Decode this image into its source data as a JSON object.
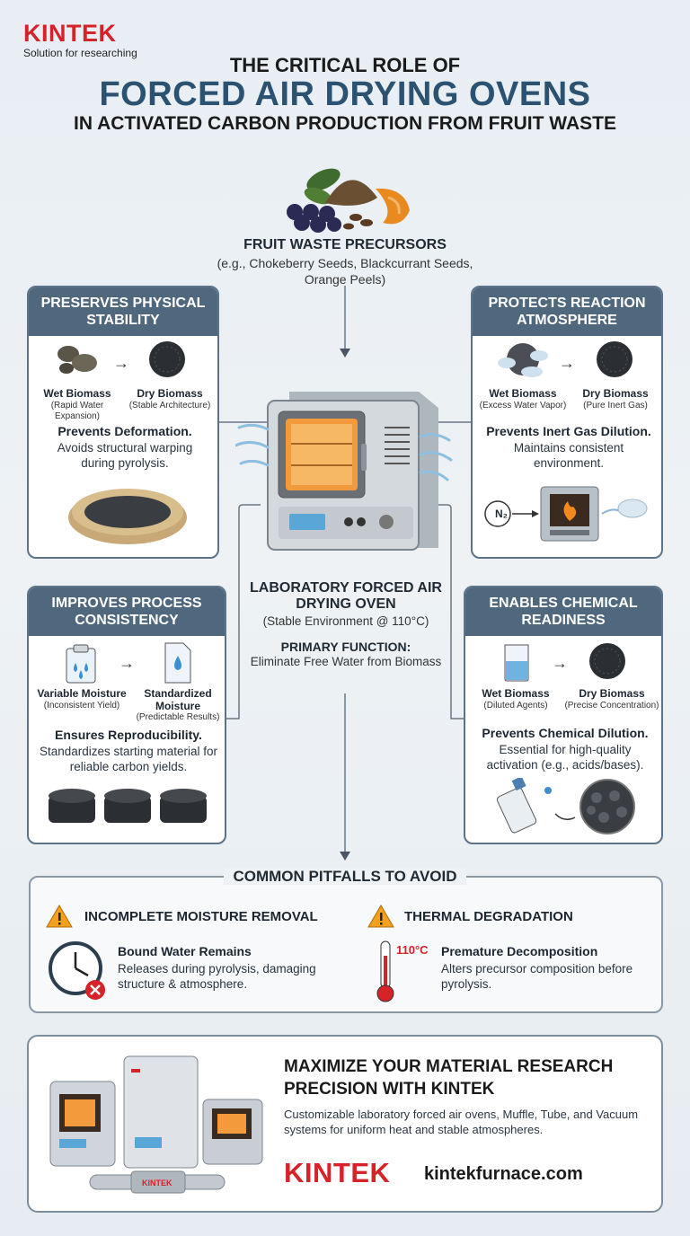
{
  "brand": {
    "logo": "KINTEK",
    "tagline": "Solution for researching"
  },
  "title": {
    "line1": "THE CRITICAL ROLE OF",
    "line2": "FORCED AIR DRYING OVENS",
    "line3": "IN ACTIVATED CARBON PRODUCTION FROM FRUIT WASTE"
  },
  "precursors": {
    "title": "FRUIT WASTE PRECURSORS",
    "subtitle": "(e.g., Chokeberry Seeds, Blackcurrant Seeds, Orange Peels)"
  },
  "oven": {
    "title": "LABORATORY FORCED AIR DRYING OVEN",
    "subtitle": "(Stable Environment @ 110°C)",
    "function_title": "PRIMARY FUNCTION:",
    "function_text": "Eliminate Free Water from Biomass"
  },
  "cards": {
    "stability": {
      "title": "PRESERVES PHYSICAL STABILITY",
      "left_label": "Wet Biomass",
      "left_sub": "(Rapid Water Expansion)",
      "right_label": "Dry Biomass",
      "right_sub": "(Stable Architecture)",
      "bold": "Prevents Deformation.",
      "text": "Avoids structural warping during pyrolysis."
    },
    "atmosphere": {
      "title": "PROTECTS REACTION ATMOSPHERE",
      "left_label": "Wet Biomass",
      "left_sub": "(Excess Water Vapor)",
      "right_label": "Dry Biomass",
      "right_sub": "(Pure Inert Gas)",
      "bold": "Prevents Inert Gas Dilution.",
      "text": "Maintains consistent environment.",
      "gas_label": "N₂"
    },
    "consistency": {
      "title": "IMPROVES PROCESS CONSISTENCY",
      "left_label": "Variable Moisture",
      "left_sub": "(Inconsistent Yield)",
      "right_label": "Standardized Moisture",
      "right_sub": "(Predictable Results)",
      "bold": "Ensures Reproducibility.",
      "text": "Standardizes starting material for reliable carbon yields."
    },
    "chemical": {
      "title": "ENABLES CHEMICAL READINESS",
      "left_label": "Wet Biomass",
      "left_sub": "(Diluted Agents)",
      "right_label": "Dry Biomass",
      "right_sub": "(Precise Concentration)",
      "bold": "Prevents Chemical Dilution.",
      "text": "Essential for high-quality activation (e.g., acids/bases)."
    }
  },
  "pitfalls": {
    "title": "COMMON PITFALLS TO AVOID",
    "left": {
      "heading": "INCOMPLETE MOISTURE REMOVAL",
      "bold": "Bound Water Remains",
      "text": "Releases during pyrolysis, damaging structure & atmosphere."
    },
    "right": {
      "heading": "THERMAL DEGRADATION",
      "temp": "110°C",
      "bold": "Premature Decomposition",
      "text": "Alters precursor composition before pyrolysis."
    }
  },
  "promo": {
    "title": "MAXIMIZE YOUR MATERIAL RESEARCH PRECISION WITH KINTEK",
    "text": "Customizable laboratory forced air ovens, Muffle, Tube, and Vacuum systems for uniform heat and stable atmospheres.",
    "logo": "KINTEK",
    "url": "kintekfurnace.com"
  },
  "colors": {
    "brand_red": "#d6232a",
    "heading_blue": "#2c5272",
    "card_header": "#50687d"
  }
}
